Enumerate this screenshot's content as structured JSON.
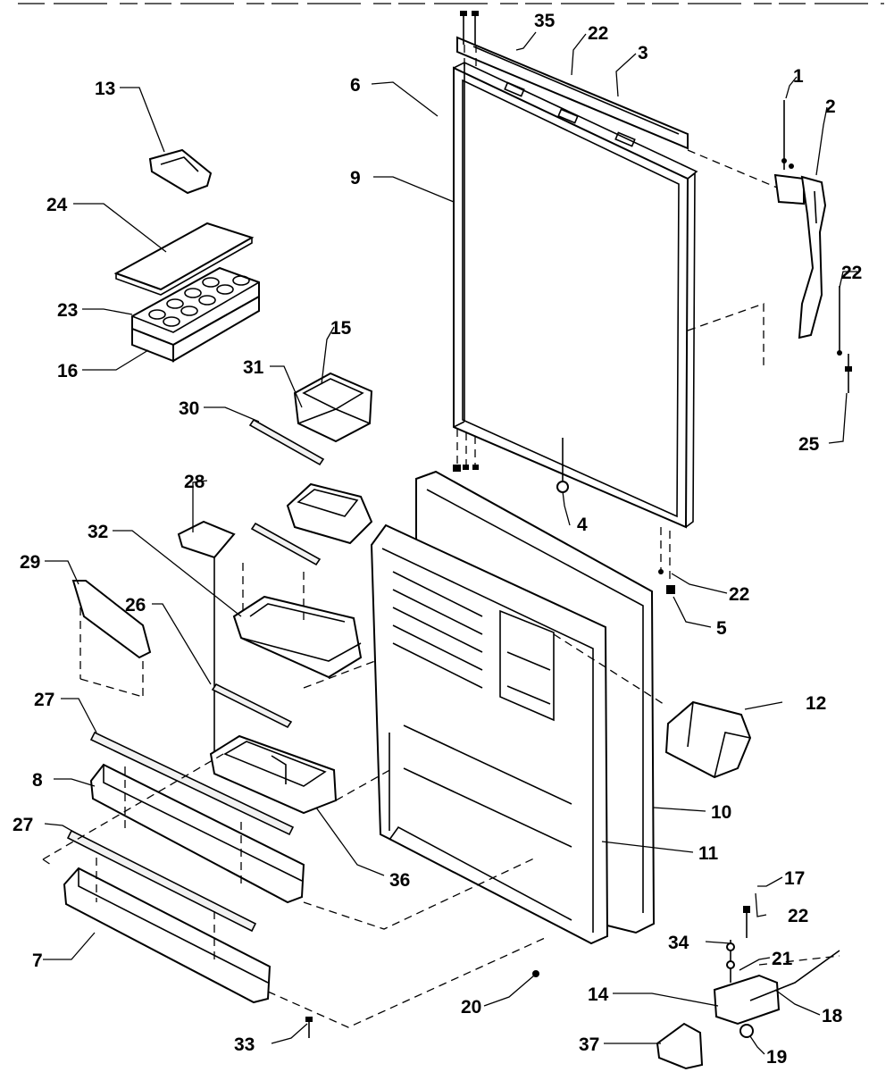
{
  "diagram": {
    "callouts": [
      {
        "id": "c35",
        "text": "35"
      },
      {
        "id": "c22a",
        "text": "22"
      },
      {
        "id": "c3",
        "text": "3"
      },
      {
        "id": "c6",
        "text": "6"
      },
      {
        "id": "c1",
        "text": "1"
      },
      {
        "id": "c2",
        "text": "2"
      },
      {
        "id": "c13",
        "text": "13"
      },
      {
        "id": "c9",
        "text": "9"
      },
      {
        "id": "c24",
        "text": "24"
      },
      {
        "id": "c22b",
        "text": "22"
      },
      {
        "id": "c23",
        "text": "23"
      },
      {
        "id": "c16",
        "text": "16"
      },
      {
        "id": "c15",
        "text": "15"
      },
      {
        "id": "c31",
        "text": "31"
      },
      {
        "id": "c30",
        "text": "30"
      },
      {
        "id": "c25",
        "text": "25"
      },
      {
        "id": "c28",
        "text": "28"
      },
      {
        "id": "c4",
        "text": "4"
      },
      {
        "id": "c32",
        "text": "32"
      },
      {
        "id": "c29",
        "text": "29"
      },
      {
        "id": "c22c",
        "text": "22"
      },
      {
        "id": "c26",
        "text": "26"
      },
      {
        "id": "c5",
        "text": "5"
      },
      {
        "id": "c12",
        "text": "12"
      },
      {
        "id": "c27a",
        "text": "27"
      },
      {
        "id": "c8",
        "text": "8"
      },
      {
        "id": "c10",
        "text": "10"
      },
      {
        "id": "c27b",
        "text": "27"
      },
      {
        "id": "c11",
        "text": "11"
      },
      {
        "id": "c36",
        "text": "36"
      },
      {
        "id": "c17",
        "text": "17"
      },
      {
        "id": "c22d",
        "text": "22"
      },
      {
        "id": "c7",
        "text": "7"
      },
      {
        "id": "c34",
        "text": "34"
      },
      {
        "id": "c21",
        "text": "21"
      },
      {
        "id": "c14",
        "text": "14"
      },
      {
        "id": "c20",
        "text": "20"
      },
      {
        "id": "c18",
        "text": "18"
      },
      {
        "id": "c33",
        "text": "33"
      },
      {
        "id": "c37",
        "text": "37"
      },
      {
        "id": "c19",
        "text": "19"
      }
    ]
  }
}
